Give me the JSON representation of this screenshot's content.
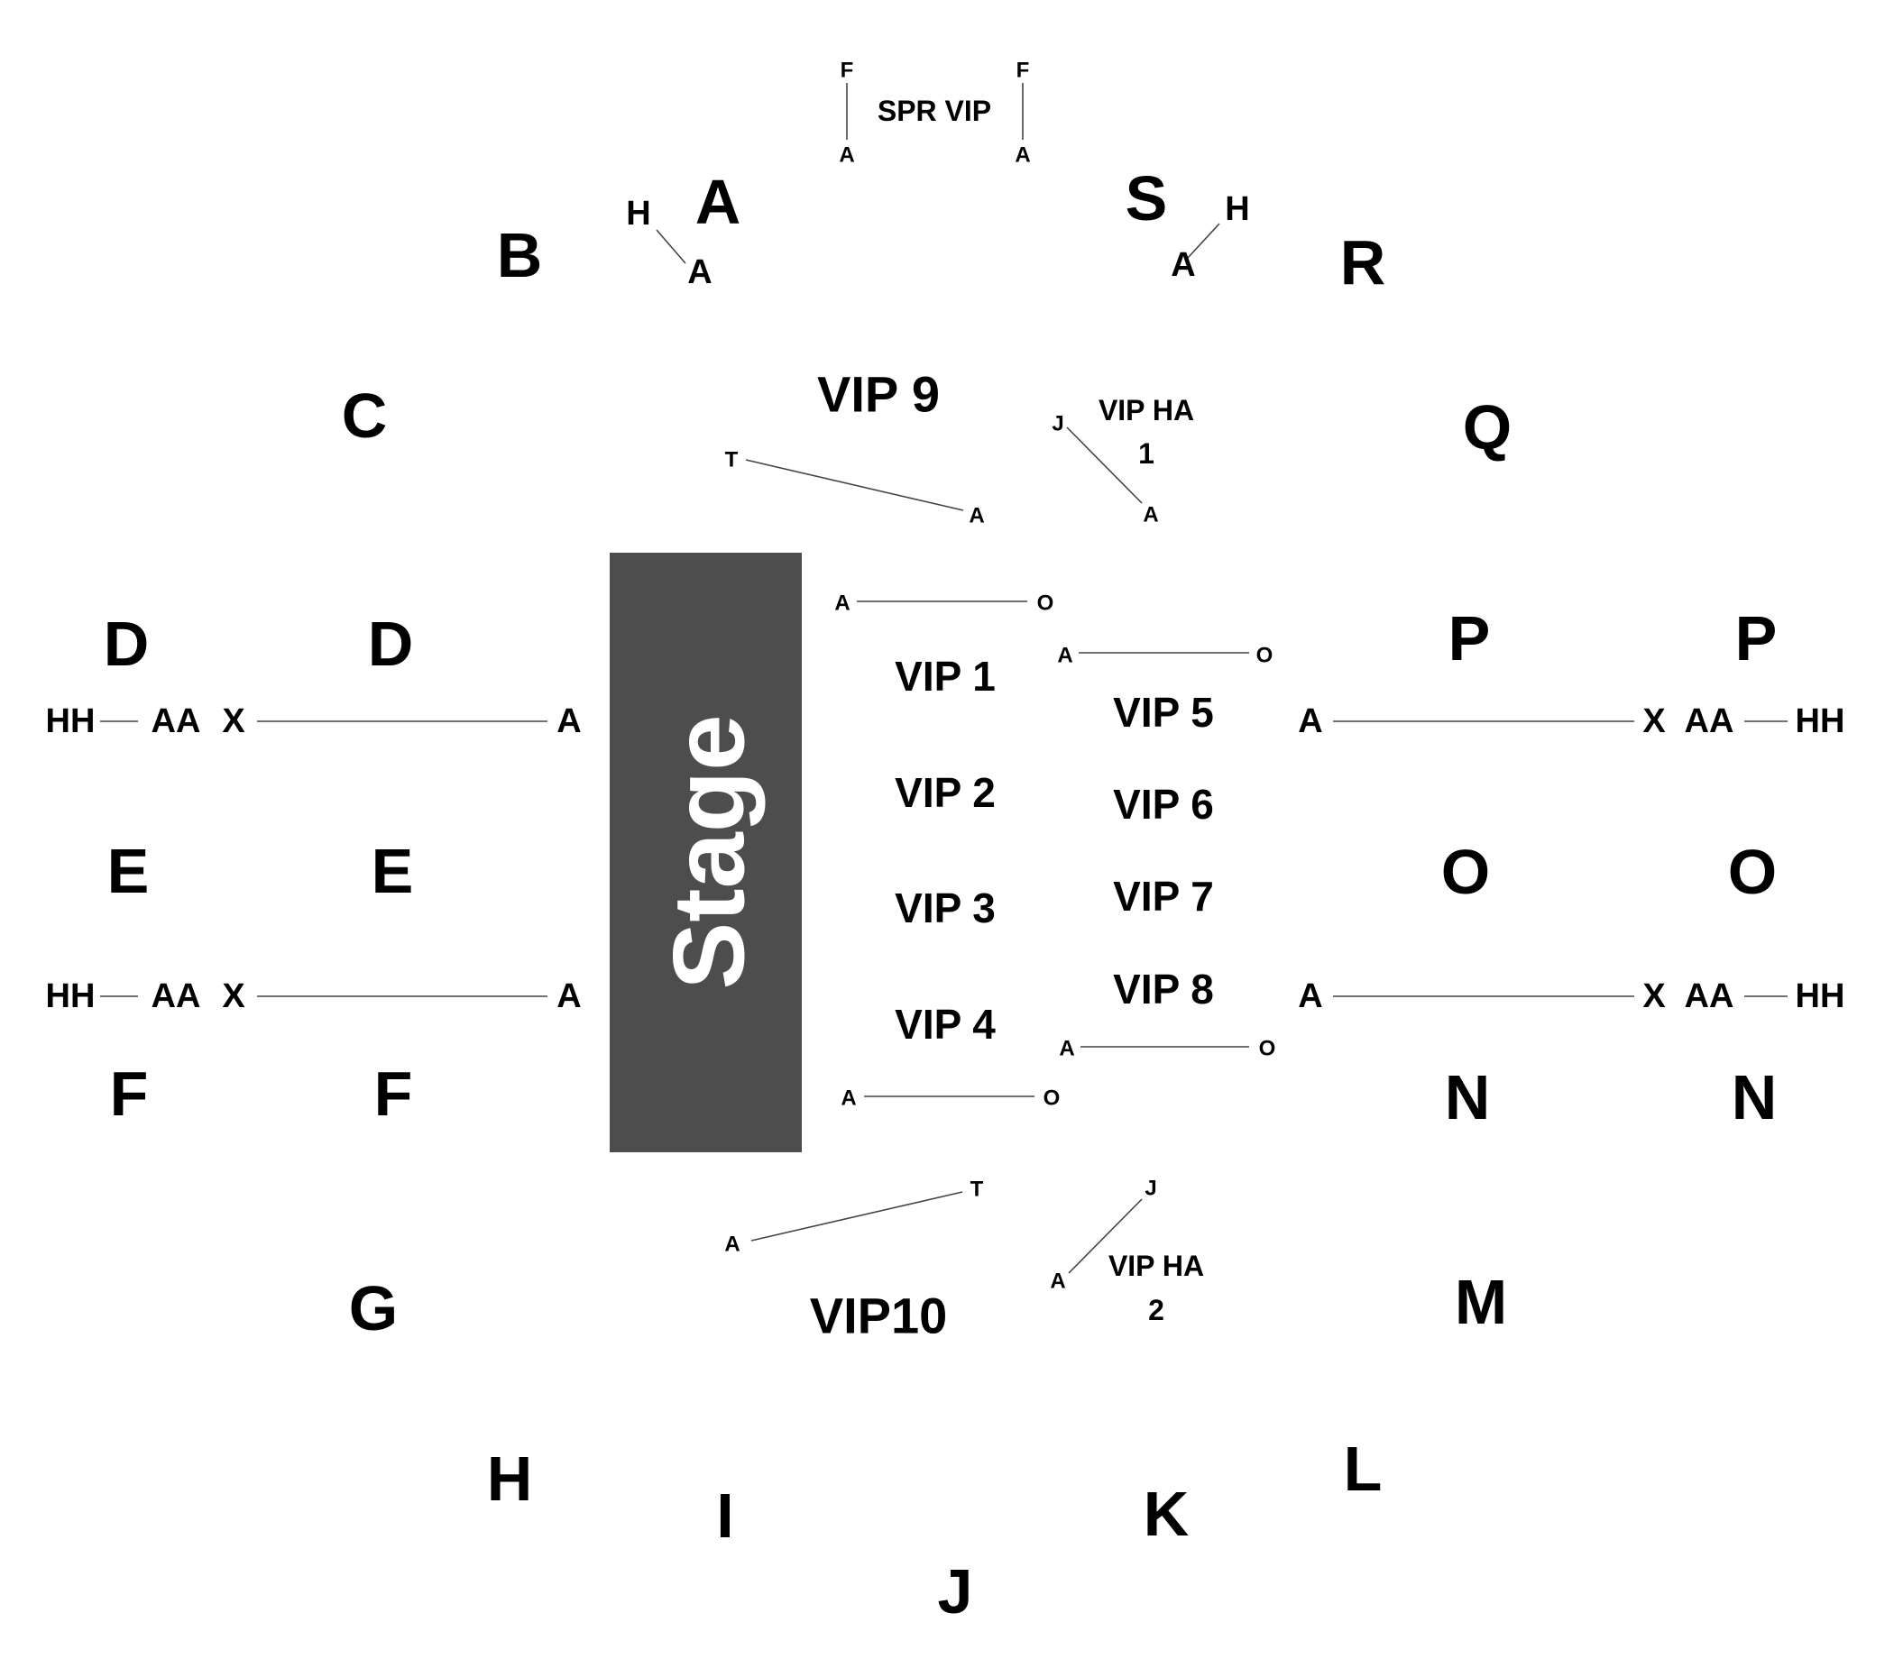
{
  "stage": {
    "label": "Stage",
    "fill": "#4d4d4d",
    "text_color": "#ffffff"
  },
  "sections": {
    "A": "A",
    "B": "B",
    "C": "C",
    "D_outer": "D",
    "D_inner": "D",
    "E_outer": "E",
    "E_inner": "E",
    "F_outer": "F",
    "F_inner": "F",
    "G": "G",
    "H": "H",
    "I": "I",
    "J": "J",
    "K": "K",
    "L": "L",
    "M": "M",
    "N_inner": "N",
    "N_outer": "N",
    "O_inner": "O",
    "O_outer": "O",
    "P_inner": "P",
    "P_outer": "P",
    "Q": "Q",
    "R": "R",
    "S": "S"
  },
  "vip": {
    "vip1": "VIP 1",
    "vip2": "VIP 2",
    "vip3": "VIP 3",
    "vip4": "VIP 4",
    "vip5": "VIP 5",
    "vip6": "VIP 6",
    "vip7": "VIP 7",
    "vip8": "VIP 8",
    "vip9": "VIP 9",
    "vip10": "VIP10",
    "spr_vip": "SPR VIP",
    "vip_ha_1_line1": "VIP HA",
    "vip_ha_1_line2": "1",
    "vip_ha_2_line1": "VIP HA",
    "vip_ha_2_line2": "2"
  },
  "rows": {
    "spr_left_top": "F",
    "spr_left_bottom": "A",
    "spr_right_top": "F",
    "spr_right_bottom": "A",
    "a_h": "H",
    "a_a": "A",
    "s_h": "H",
    "s_a": "A",
    "vip9_t": "T",
    "vip9_a": "A",
    "ha1_j": "J",
    "ha1_a": "A",
    "vip1_a": "A",
    "vip1_o": "O",
    "vip5_a": "A",
    "vip5_o": "O",
    "vip8_a": "A",
    "vip8_o": "O",
    "vip4_a": "A",
    "vip4_o": "O",
    "vip10_t": "T",
    "vip10_a": "A",
    "ha2_j": "J",
    "ha2_a": "A",
    "left_top_hh": "HH",
    "left_top_aa": "AA",
    "left_top_x": "X",
    "left_top_a": "A",
    "left_bot_hh": "HH",
    "left_bot_aa": "AA",
    "left_bot_x": "X",
    "left_bot_a": "A",
    "right_top_a": "A",
    "right_top_x": "X",
    "right_top_aa": "AA",
    "right_top_hh": "HH",
    "right_bot_a": "A",
    "right_bot_x": "X",
    "right_bot_aa": "AA",
    "right_bot_hh": "HH"
  }
}
